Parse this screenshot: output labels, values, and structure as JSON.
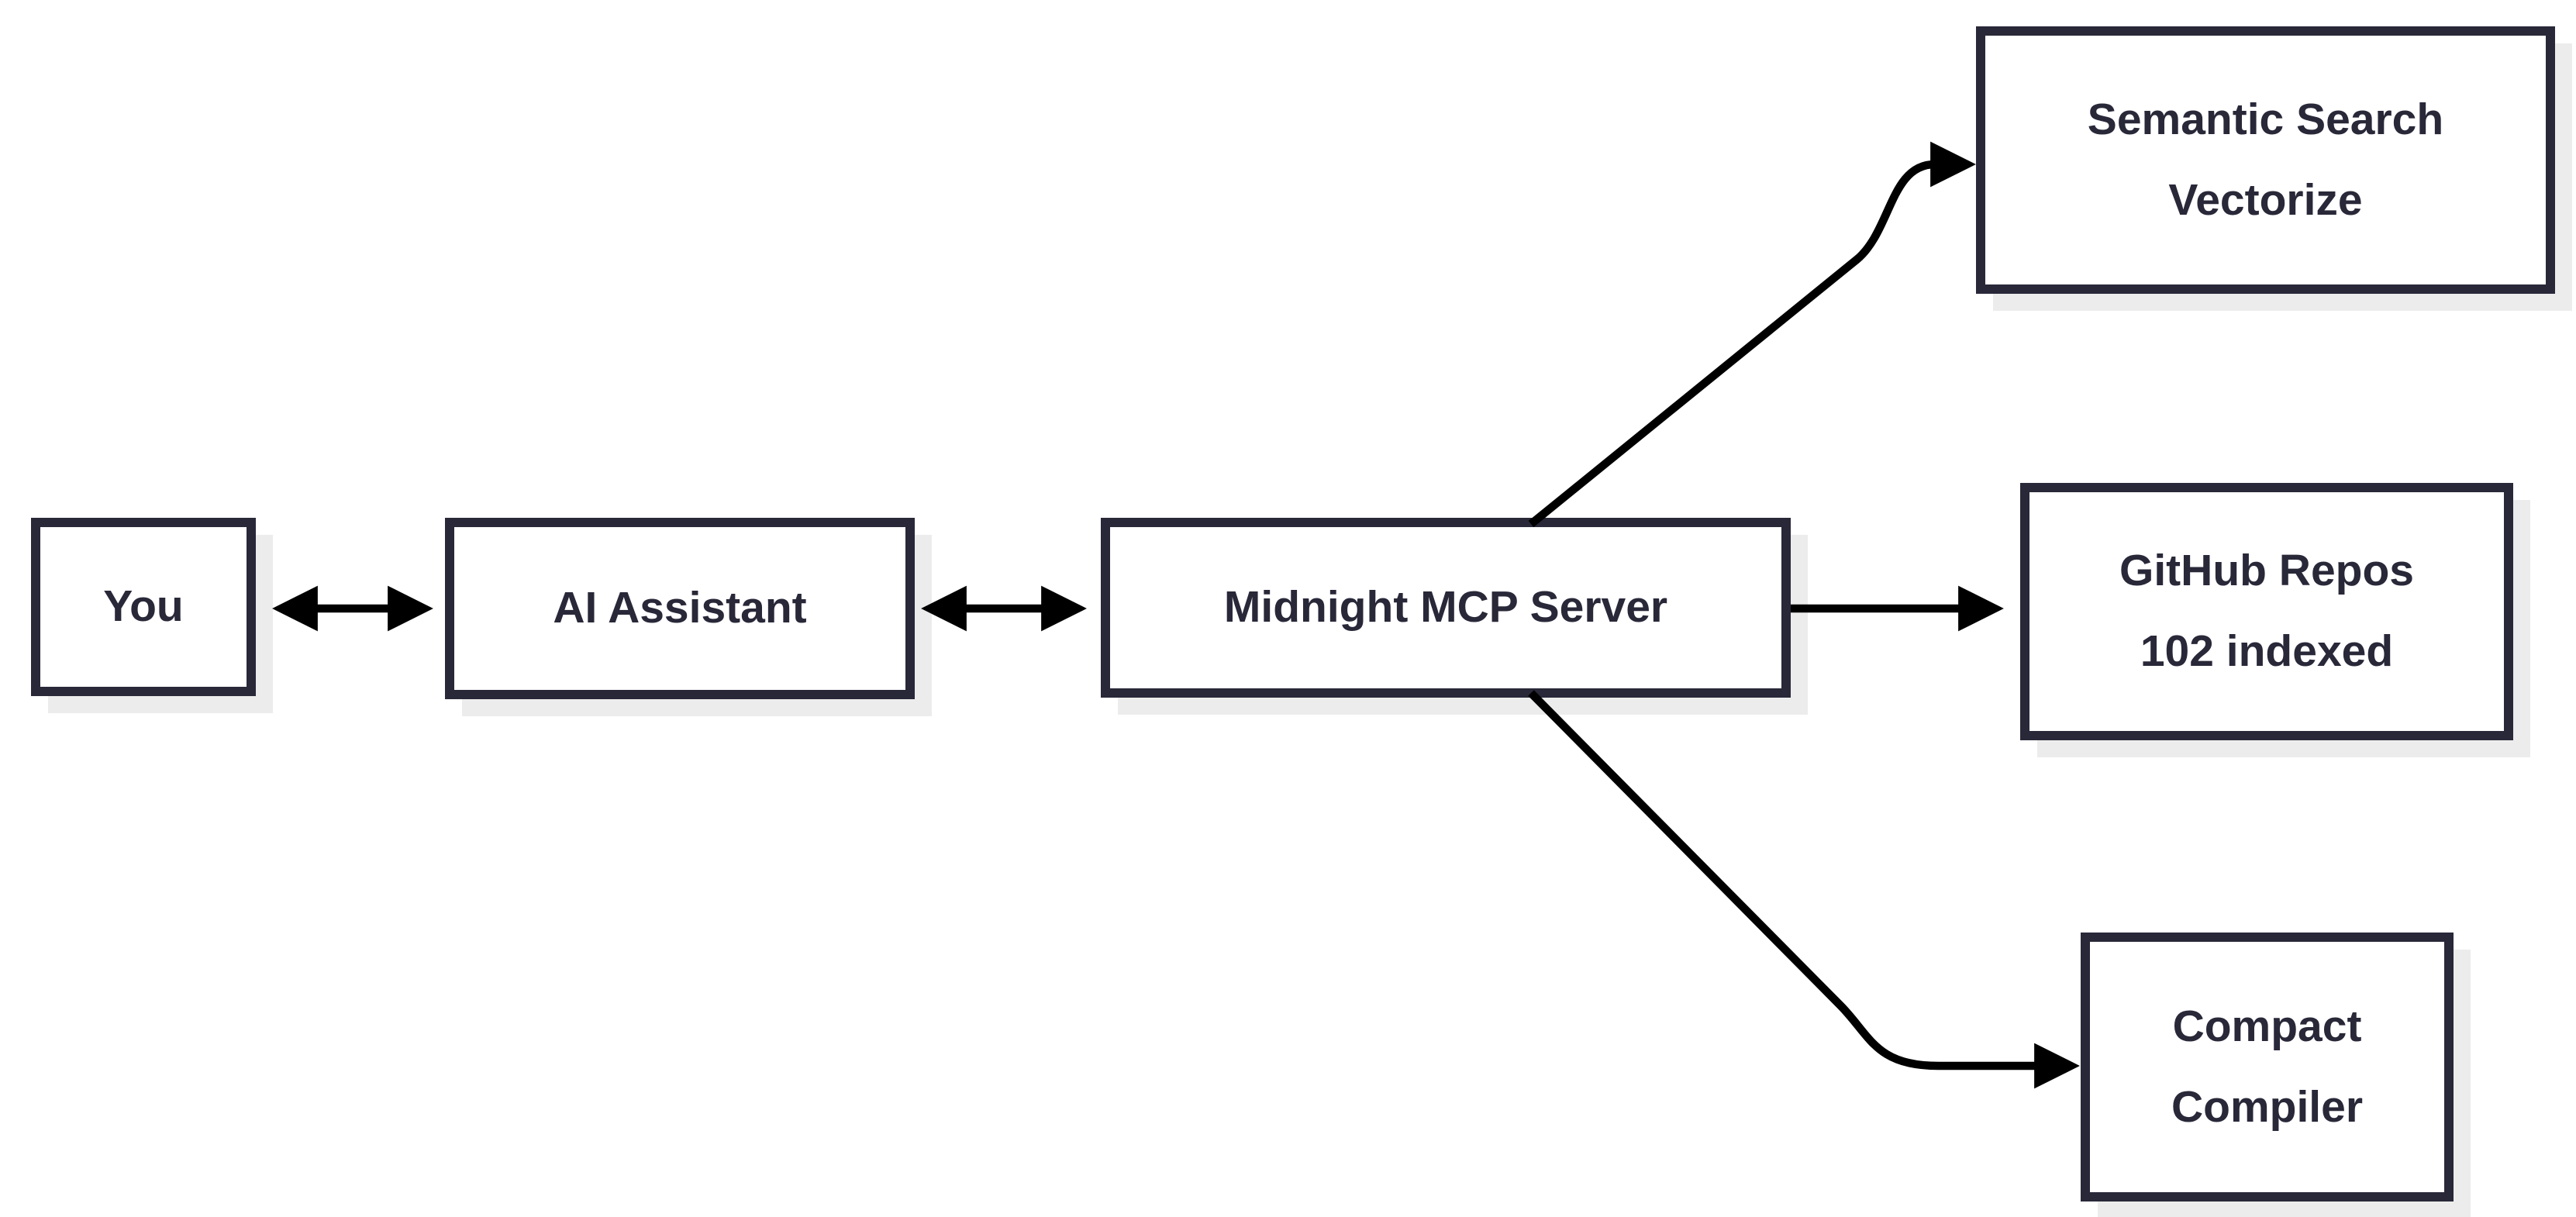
{
  "diagram": {
    "colors": {
      "node_border": "#282839",
      "node_fill": "#ffffff",
      "node_shadow": "#ececec",
      "text": "#282839",
      "arrow": "#000000",
      "background": "#ffffff"
    },
    "nodes": [
      {
        "id": "you",
        "lines": [
          "You"
        ]
      },
      {
        "id": "ai-assistant",
        "lines": [
          "AI Assistant"
        ]
      },
      {
        "id": "midnight-mcp-server",
        "lines": [
          "Midnight MCP Server"
        ]
      },
      {
        "id": "semantic-search-vectorize",
        "lines": [
          "Semantic Search",
          "Vectorize"
        ]
      },
      {
        "id": "github-repos",
        "lines": [
          "GitHub Repos",
          "102 indexed"
        ]
      },
      {
        "id": "compact-compiler",
        "lines": [
          "Compact",
          "Compiler"
        ]
      }
    ],
    "edges": [
      {
        "from": "you",
        "to": "ai-assistant",
        "direction": "bidirectional"
      },
      {
        "from": "ai-assistant",
        "to": "midnight-mcp-server",
        "direction": "bidirectional"
      },
      {
        "from": "midnight-mcp-server",
        "to": "semantic-search-vectorize",
        "direction": "forward"
      },
      {
        "from": "midnight-mcp-server",
        "to": "github-repos",
        "direction": "forward"
      },
      {
        "from": "midnight-mcp-server",
        "to": "compact-compiler",
        "direction": "forward"
      }
    ]
  }
}
